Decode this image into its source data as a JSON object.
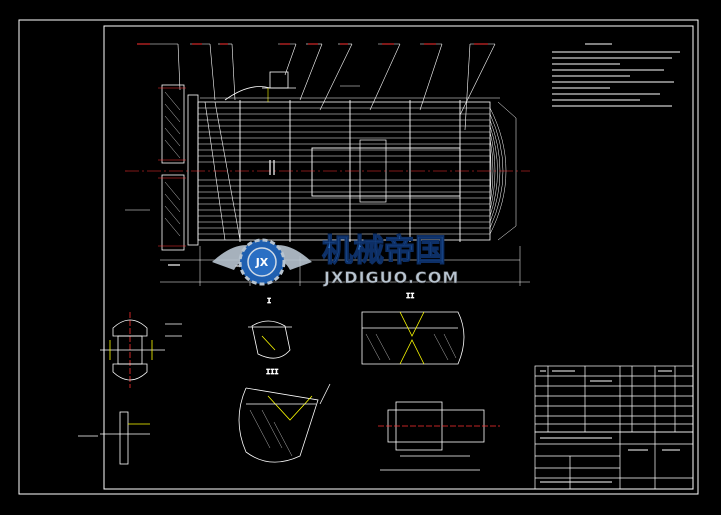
{
  "watermark": {
    "logo_text": "JX",
    "title_cn": "机械帝国",
    "site": "JXDIGUO.COM"
  },
  "section_labels": [
    "I",
    "II",
    "III"
  ],
  "colors": {
    "background": "#000000",
    "line_white": "#ffffff",
    "line_yellow": "#ffff00",
    "line_red": "#ff3030",
    "line_cyan": "#00ffff",
    "watermark_blue": "#2a6fc4",
    "watermark_grey": "#b8c4d0"
  }
}
